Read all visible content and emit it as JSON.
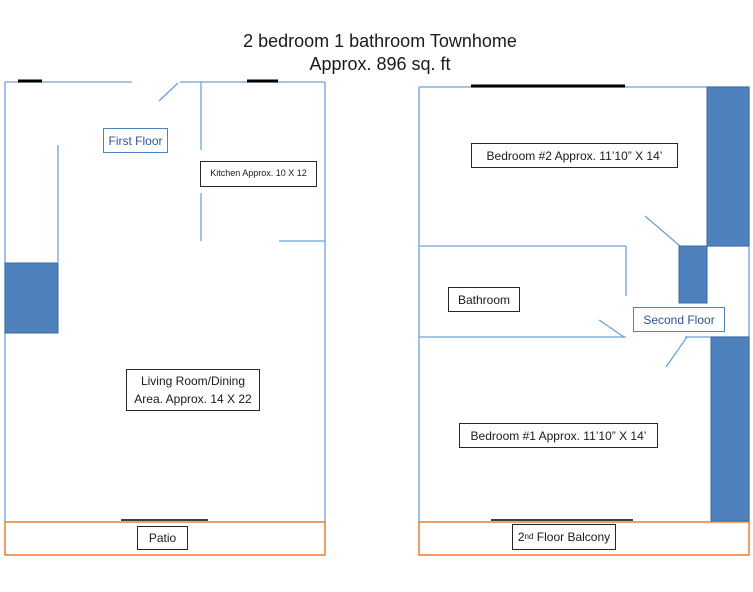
{
  "title": {
    "line1": "2 bedroom 1 bathroom Townhome",
    "line2": "Approx. 896 sq. ft"
  },
  "first_floor": {
    "label": "First Floor",
    "kitchen": "Kitchen Approx. 10 X 12",
    "living_line1": "Living Room/Dining",
    "living_line2": "Area.  Approx. 14 X 22",
    "patio": "Patio"
  },
  "second_floor": {
    "label": "Second Floor",
    "bedroom2": "Bedroom #2  Approx. 11’10” X  14’",
    "bathroom": "Bathroom",
    "bedroom1": "Bedroom #1  Approx. 11’10” X  14’",
    "balcony_num": "2",
    "balcony_sup": "nd",
    "balcony_rest": " Floor Balcony"
  },
  "colors": {
    "wall": "#5b9bd5",
    "fill": "#4f81bd",
    "outdoor": "#ed7d31",
    "window": "#000000"
  }
}
